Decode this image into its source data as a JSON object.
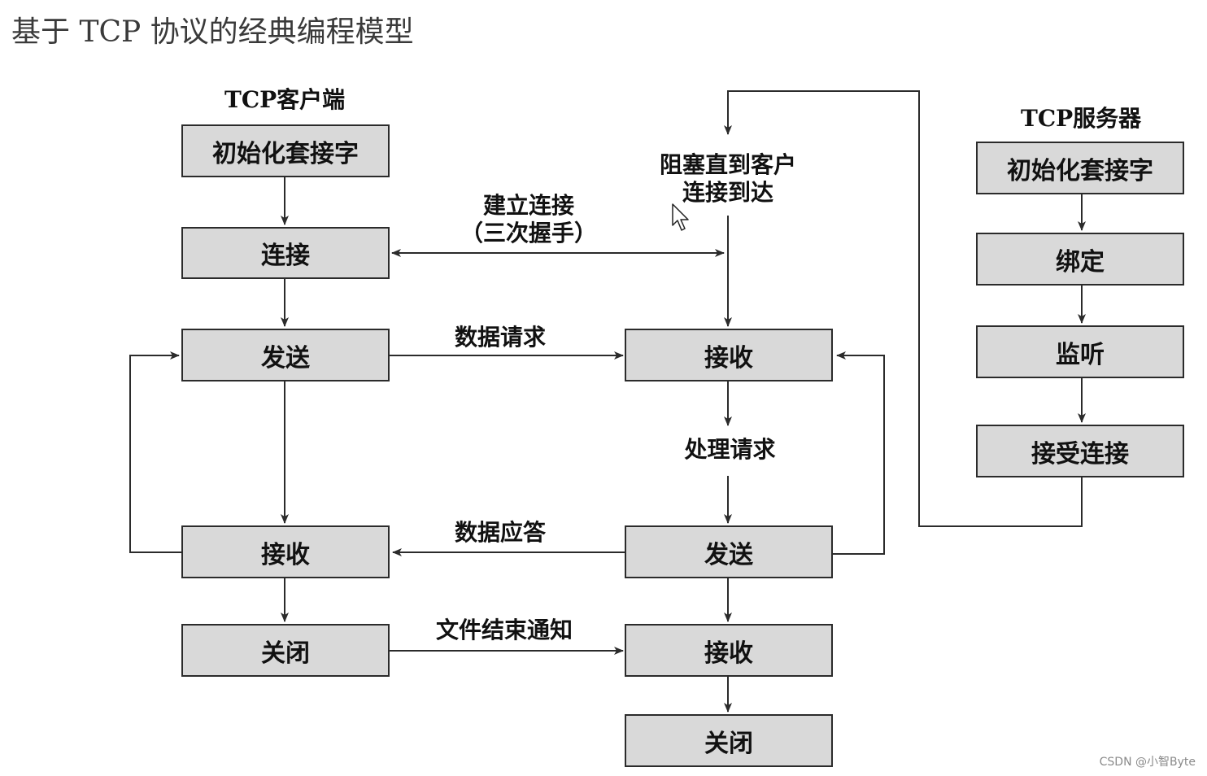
{
  "title": "基于 TCP 协议的经典编程模型",
  "client": {
    "label": "TCP客户端",
    "boxes": {
      "init": "初始化套接字",
      "connect": "连接",
      "send": "发送",
      "receive": "接收",
      "close": "关闭"
    }
  },
  "server": {
    "label": "TCP服务器",
    "boxes": {
      "init": "初始化套接字",
      "bind": "绑定",
      "listen": "监听",
      "accept": "接受连接"
    }
  },
  "middle": {
    "block_label": [
      "阻塞直到客户",
      "连接到达"
    ],
    "receive": "接收",
    "process": "处理请求",
    "send": "发送",
    "receive2": "接收",
    "close": "关闭"
  },
  "arrows": {
    "handshake": [
      "建立连接",
      "（三次握手）"
    ],
    "data_request": "数据请求",
    "data_response": "数据应答",
    "file_end": "文件结束通知"
  },
  "watermark": "CSDN @小智Byte",
  "colors": {
    "box_fill": "#d9d9d9",
    "border": "#2b2b2b",
    "line": "#2b2b2b"
  }
}
